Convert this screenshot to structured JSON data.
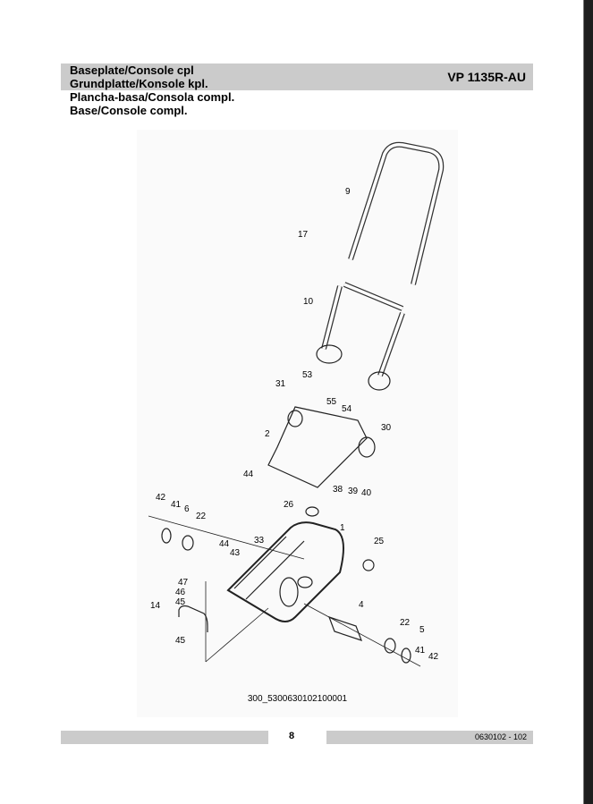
{
  "header": {
    "titles": [
      "Baseplate/Console cpl",
      "Grundplatte/Konsole kpl.",
      "Plancha-basa/Consola compl.",
      "Base/Console compl."
    ],
    "model": "VP 1135R-AU"
  },
  "diagram": {
    "callouts": [
      "9",
      "17",
      "10",
      "53",
      "31",
      "55",
      "54",
      "30",
      "2",
      "44",
      "38",
      "39",
      "40",
      "42",
      "41",
      "6",
      "22",
      "26",
      "1",
      "33",
      "25",
      "44",
      "43",
      "47",
      "46",
      "45",
      "14",
      "4",
      "22",
      "5",
      "45",
      "41",
      "42"
    ],
    "caption": "300_5300630102100001"
  },
  "footer": {
    "page_number": "8",
    "doc_number": "0630102 - 102"
  }
}
